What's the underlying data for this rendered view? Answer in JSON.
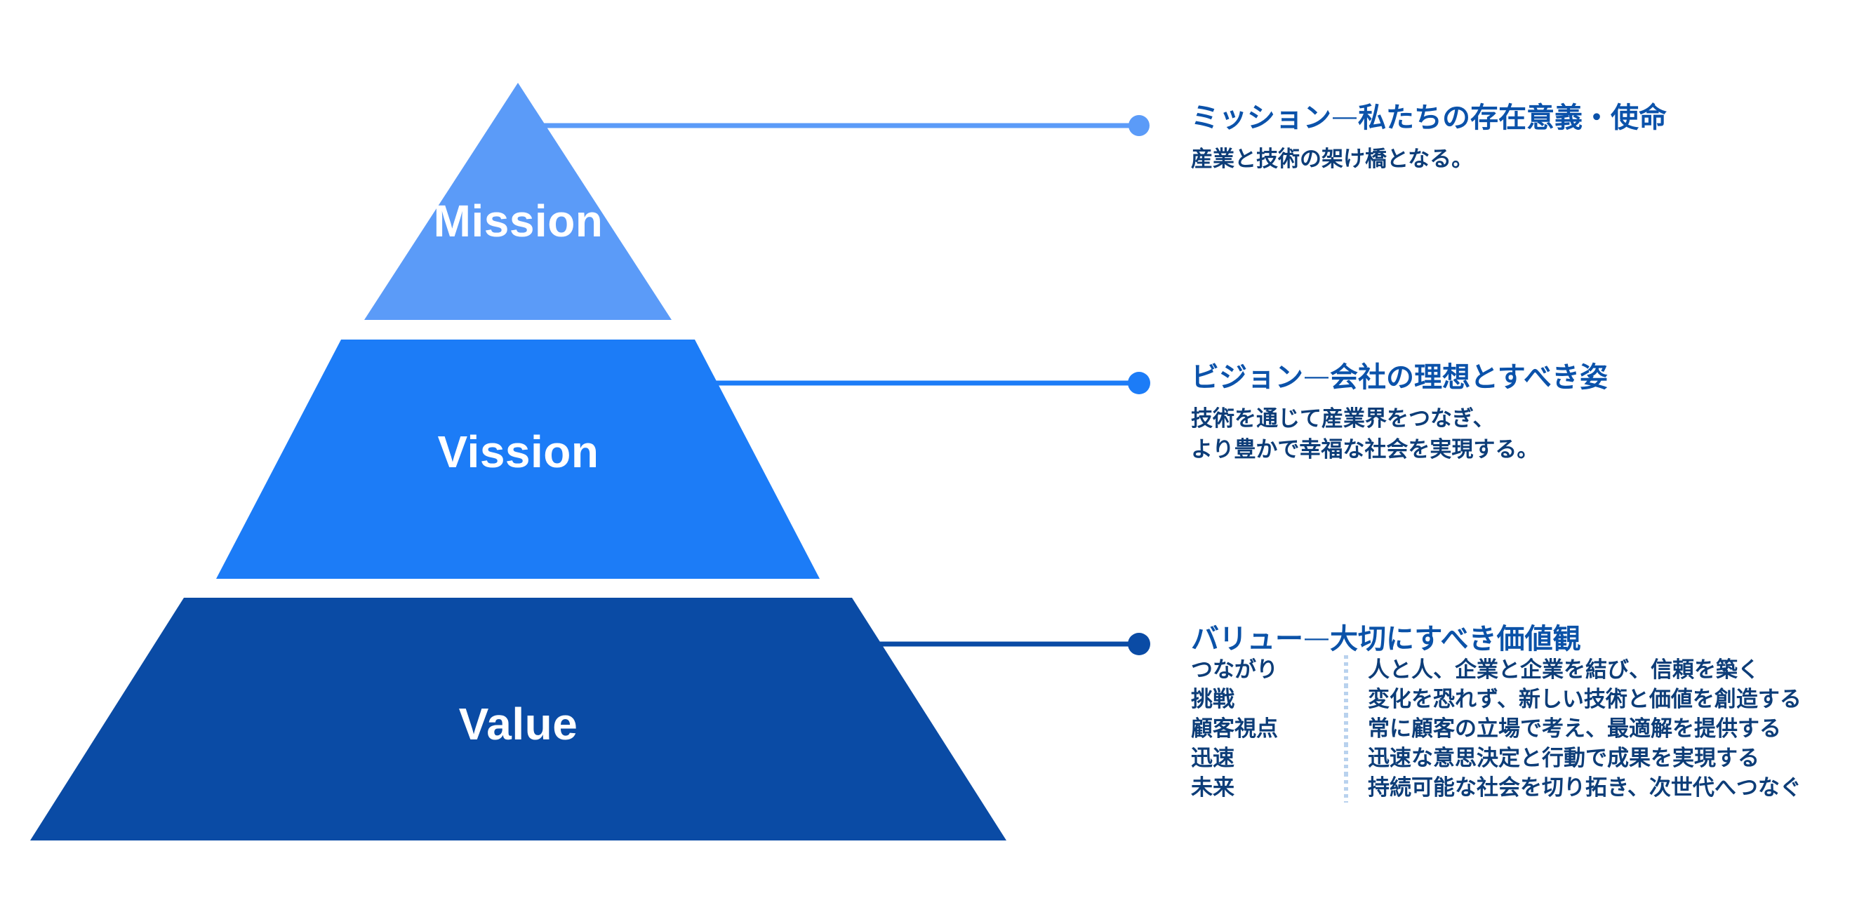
{
  "colors": {
    "mission_fill": "#5B9BF8",
    "vission_fill": "#1C7CF7",
    "value_fill": "#0A4BA5",
    "heading_blue": "#0B52AA",
    "body_navy": "#0D3D78",
    "separator": "#b9d2ee",
    "background": "#ffffff"
  },
  "pyramid": {
    "tiers": [
      {
        "id": "mission",
        "label": "Mission",
        "fill": "#5B9BF8"
      },
      {
        "id": "vission",
        "label": "Vission",
        "fill": "#1C7CF7"
      },
      {
        "id": "value",
        "label": "Value",
        "fill": "#0A4BA5"
      }
    ]
  },
  "callouts": {
    "mission": {
      "heading_left": "ミッション",
      "heading_dash": "―",
      "heading_right": "私たちの存在意義・使命",
      "body_lines": [
        "産業と技術の架け橋となる。"
      ],
      "connector_color": "#5B9BF8"
    },
    "vision": {
      "heading_left": "ビジョン",
      "heading_dash": "―",
      "heading_right": "会社の理想とすべき姿",
      "body_lines": [
        "技術を通じて産業界をつなぎ、",
        "より豊かで幸福な社会を実現する。"
      ],
      "connector_color": "#1C7CF7"
    },
    "value": {
      "heading_left": "バリュー",
      "heading_dash": "―",
      "heading_right": "大切にすべき価値観",
      "connector_color": "#0A4BA5",
      "rows": [
        {
          "key": "つながり",
          "desc": "人と人、企業と企業を結び、信頼を築く"
        },
        {
          "key": "挑戦",
          "desc": "変化を恐れず、新しい技術と価値を創造する"
        },
        {
          "key": "顧客視点",
          "desc": "常に顧客の立場で考え、最適解を提供する"
        },
        {
          "key": "迅速",
          "desc": "迅速な意思決定と行動で成果を実現する"
        },
        {
          "key": "未来",
          "desc": "持続可能な社会を切り拓き、次世代へつなぐ"
        }
      ]
    }
  }
}
